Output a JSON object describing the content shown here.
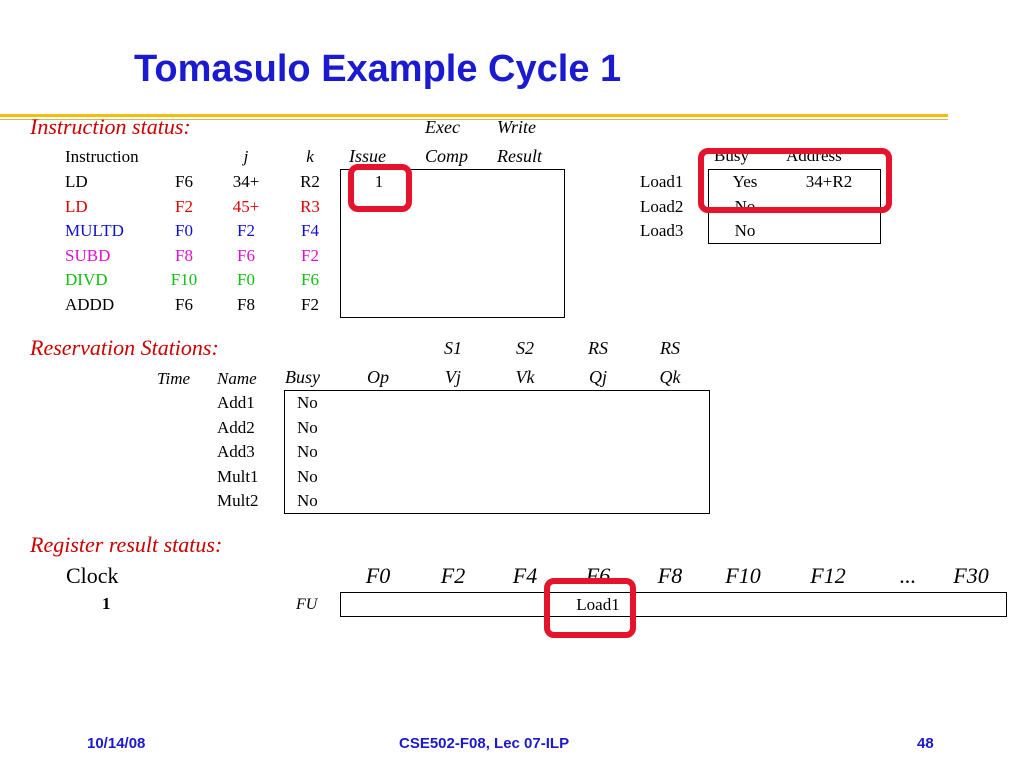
{
  "title": "Tomasulo Example Cycle 1",
  "instruction_status": {
    "section_label": "Instruction status:",
    "headers_top": {
      "exec": "Exec",
      "write": "Write"
    },
    "headers": {
      "instruction": "Instruction",
      "j": "j",
      "k": "k",
      "issue": "Issue",
      "comp": "Comp",
      "result": "Result"
    },
    "rows": [
      {
        "op": "LD",
        "dst": "F6",
        "j": "34+",
        "k": "R2",
        "issue": "1",
        "color": "#000000"
      },
      {
        "op": "LD",
        "dst": "F2",
        "j": "45+",
        "k": "R3",
        "issue": "",
        "color": "#e00000"
      },
      {
        "op": "MULTD",
        "dst": "F0",
        "j": "F2",
        "k": "F4",
        "issue": "",
        "color": "#1010d0"
      },
      {
        "op": "SUBD",
        "dst": "F8",
        "j": "F6",
        "k": "F2",
        "issue": "",
        "color": "#e010d0"
      },
      {
        "op": "DIVD",
        "dst": "F10",
        "j": "F0",
        "k": "F6",
        "issue": "",
        "color": "#10c010"
      },
      {
        "op": "ADDD",
        "dst": "F6",
        "j": "F8",
        "k": "F2",
        "issue": "",
        "color": "#000000"
      }
    ]
  },
  "load_buffers": {
    "headers": {
      "busy": "Busy",
      "address": "Address"
    },
    "rows": [
      {
        "name": "Load1",
        "busy": "Yes",
        "address": "34+R2"
      },
      {
        "name": "Load2",
        "busy": "No",
        "address": ""
      },
      {
        "name": "Load3",
        "busy": "No",
        "address": ""
      }
    ]
  },
  "reservation_stations": {
    "section_label": "Reservation Stations:",
    "headers_top": {
      "s1": "S1",
      "s2": "S2",
      "rs1": "RS",
      "rs2": "RS"
    },
    "headers": {
      "time": "Time",
      "name": "Name",
      "busy": "Busy",
      "op": "Op",
      "vj": "Vj",
      "vk": "Vk",
      "qj": "Qj",
      "qk": "Qk"
    },
    "rows": [
      {
        "name": "Add1",
        "busy": "No"
      },
      {
        "name": "Add2",
        "busy": "No"
      },
      {
        "name": "Add3",
        "busy": "No"
      },
      {
        "name": "Mult1",
        "busy": "No"
      },
      {
        "name": "Mult2",
        "busy": "No"
      }
    ]
  },
  "register_status": {
    "section_label": "Register result status:",
    "clock_label": "Clock",
    "clock_value": "1",
    "fu_label": "FU",
    "registers": [
      "F0",
      "F2",
      "F4",
      "F6",
      "F8",
      "F10",
      "F12",
      "...",
      "F30"
    ],
    "fu_values": [
      "",
      "",
      "",
      "Load1",
      "",
      "",
      "",
      "",
      ""
    ]
  },
  "footer": {
    "date": "10/14/08",
    "course": "CSE502-F08, Lec 07-ILP",
    "page": "48"
  },
  "colors": {
    "title": "#1a1ad0",
    "section": "#cc0000",
    "highlight": "#e4142c",
    "rule": "#f0c010"
  }
}
